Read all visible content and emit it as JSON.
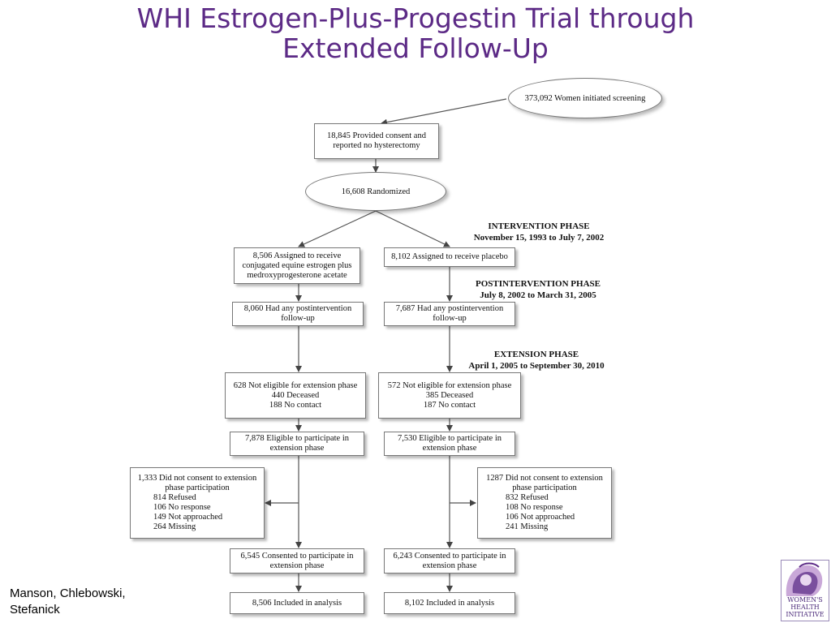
{
  "slide": {
    "title_line1": "WHI Estrogen-Plus-Progestin Trial through",
    "title_line2": "Extended Follow-Up",
    "authors_line1": "Manson, Chlebowski,",
    "authors_line2": "Stefanick",
    "title_color": "#5c2a86"
  },
  "flow": {
    "screening": "373,092 Women initiated screening",
    "consent": [
      "18,845 Provided consent and",
      "reported no hysterectomy"
    ],
    "randomized": "16,608 Randomized",
    "phases": {
      "intervention": [
        "INTERVENTION PHASE",
        "November 15, 1993 to July 7, 2002"
      ],
      "postintervention": [
        "POSTINTERVENTION PHASE",
        "July 8, 2002 to March 31, 2005"
      ],
      "extension": [
        "EXTENSION PHASE",
        "April 1, 2005 to September 30, 2010"
      ]
    },
    "left": {
      "assigned": [
        "8,506 Assigned to receive",
        "conjugated equine estrogen plus",
        "medroxyprogesterone acetate"
      ],
      "postint": [
        "8,060 Had any postintervention",
        "follow-up"
      ],
      "not_eligible": [
        "628 Not eligible for extension phase",
        "440 Deceased",
        "188 No contact"
      ],
      "eligible": [
        "7,878 Eligible to participate in",
        "extension phase"
      ],
      "no_consent_head": [
        "1,333 Did not consent to extension",
        "phase participation"
      ],
      "no_consent_items": [
        "814 Refused",
        "106 No response",
        "149 Not approached",
        "264 Missing"
      ],
      "consented": [
        "6,545 Consented to participate in",
        "extension phase"
      ],
      "analysis": "8,506 Included in analysis"
    },
    "right": {
      "assigned": "8,102 Assigned to receive placebo",
      "postint": [
        "7,687 Had any postintervention",
        "follow-up"
      ],
      "not_eligible": [
        "572 Not eligible for extension phase",
        "385 Deceased",
        "187 No contact"
      ],
      "eligible": [
        "7,530 Eligible to participate in",
        "extension phase"
      ],
      "no_consent_head": [
        "1287 Did not consent to extension",
        "phase participation"
      ],
      "no_consent_items": [
        "832 Refused",
        "108 No response",
        "106 Not approached",
        "241 Missing"
      ],
      "consented": [
        "6,243 Consented to participate in",
        "extension phase"
      ],
      "analysis": "8,102 Included in analysis"
    }
  },
  "logo": {
    "icon": "womens-health-initiative-logo",
    "line1": "WOMEN'S",
    "line2": "HEALTH",
    "line3": "INITIATIVE"
  }
}
